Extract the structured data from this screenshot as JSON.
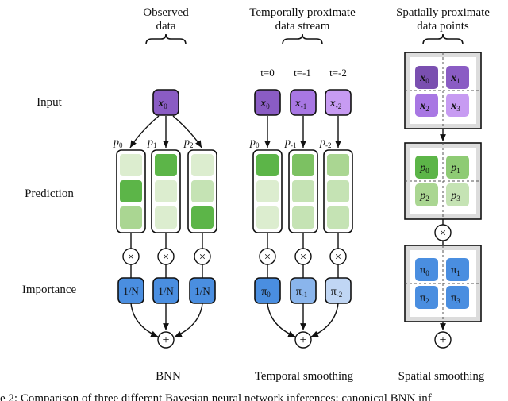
{
  "headers": {
    "bnn": [
      "Observed",
      "data"
    ],
    "temporal": [
      "Temporally proximate",
      "data stream"
    ],
    "spatial": [
      "Spatially proximate",
      "data points"
    ]
  },
  "rows": {
    "input": "Input",
    "prediction": "Prediction",
    "importance": "Importance"
  },
  "footers": {
    "bnn": "BNN",
    "temporal": "Temporal smoothing",
    "spatial": "Spatial smoothing"
  },
  "time_labels": [
    "t=0",
    "t=-1",
    "t=-2"
  ],
  "symbols": {
    "x": "x",
    "p": "p",
    "pi": "π",
    "one_over_n": "1/N",
    "times": "×",
    "plus": "+"
  },
  "subscripts": {
    "bnn_input": "0",
    "temporal_inputs": [
      "0",
      "-1",
      "-2"
    ],
    "spatial_inputs": [
      "0",
      "1",
      "2",
      "3"
    ],
    "bnn_p": [
      "0",
      "1",
      "2"
    ],
    "temporal_p": [
      "0",
      "-1",
      "-2"
    ],
    "spatial_p": [
      "0",
      "1",
      "2",
      "3"
    ],
    "temporal_pi": [
      "0",
      "-1",
      "-2"
    ],
    "spatial_pi": [
      "0",
      "1",
      "2",
      "3"
    ]
  },
  "caption_fragment": "e 2: Comparison of three different Bayesian neural network inferences: canonical BNN inf",
  "colors": {
    "purple_dark": "#8a5cc4",
    "purple_mid": "#a877e3",
    "purple_light": "#c79bf2",
    "green_dark": "#5cb548",
    "green_mid": "#8ecb74",
    "green_light": "#c5e3b4",
    "green_pale": "#dcedcf",
    "blue_dark": "#4a8ee0",
    "blue_mid": "#8ab5ec",
    "blue_light": "#c0d6f4",
    "panel_bg": "#dcdcdc"
  }
}
